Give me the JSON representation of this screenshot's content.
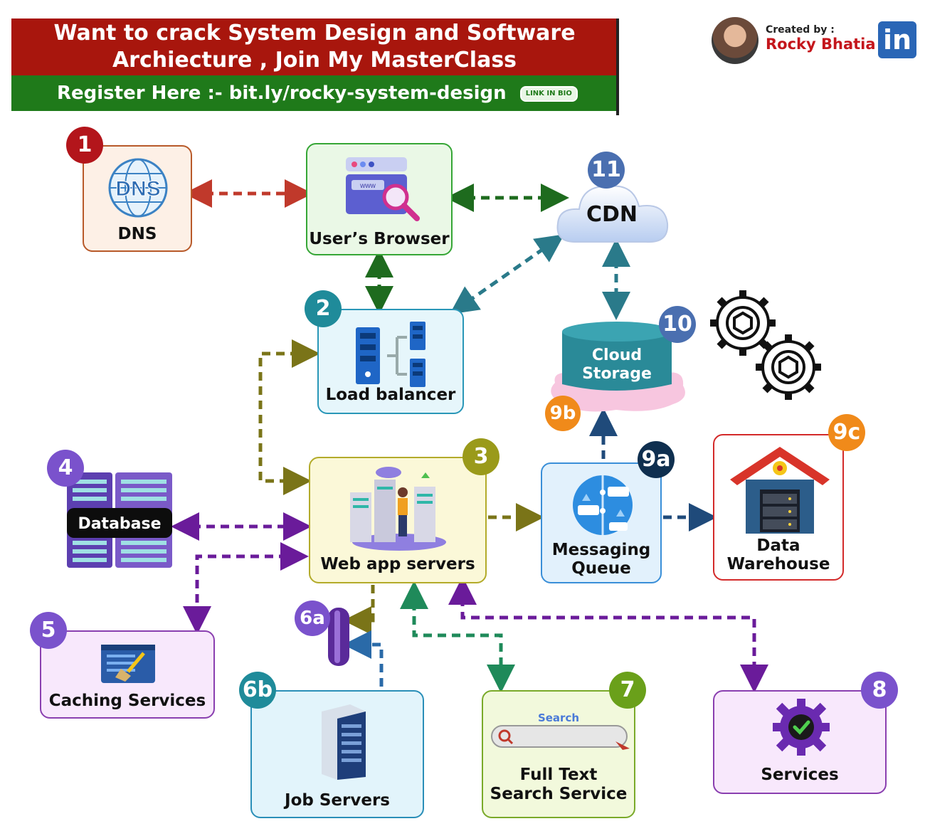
{
  "banner": {
    "line1": "Want to crack System Design and Software",
    "line2": "Archiecture , Join My MasterClass",
    "register": "Register Here :- bit.ly/rocky-system-design",
    "link_in_bio": "LINK IN BIO"
  },
  "credit": {
    "created_by": "Created by :",
    "name": "Rocky Bhatia",
    "linkedin": "in"
  },
  "nodes": {
    "dns": {
      "badge": "1",
      "label": "DNS",
      "icon_text": "DNS"
    },
    "browser": {
      "label": "User’s Browser",
      "icon_text": "www"
    },
    "cdn": {
      "badge": "11",
      "label": "CDN"
    },
    "load_balancer": {
      "badge": "2",
      "label": "Load balancer"
    },
    "cloud_storage": {
      "badge": "10",
      "label_line1": "Cloud",
      "label_line2": "Storage"
    },
    "queue_cloud": {
      "badge": "9b"
    },
    "database": {
      "badge": "4",
      "label": "Database"
    },
    "web_app": {
      "badge": "3",
      "label": "Web app servers"
    },
    "messaging_queue": {
      "badge": "9a",
      "label_line1": "Messaging",
      "label_line2": "Queue"
    },
    "data_warehouse": {
      "badge": "9c",
      "label_line1": "Data",
      "label_line2": "Warehouse"
    },
    "caching": {
      "badge": "5",
      "label": "Caching Services"
    },
    "cylinder": {
      "badge": "6a"
    },
    "job_servers": {
      "badge": "6b",
      "label": "Job Servers"
    },
    "search": {
      "badge": "7",
      "label_line1": "Full Text",
      "label_line2": "Search Service",
      "search_word": "Search"
    },
    "services": {
      "badge": "8",
      "label": "Services"
    }
  },
  "colors": {
    "dns": "#c0392b",
    "browser_conn": "#1e6b1e",
    "cdn_conn": "#2a7a8a",
    "olive": "#7a7418",
    "purple": "#6a1b9a",
    "teal_green": "#1f8a5a",
    "navy": "#1f4a7a"
  }
}
